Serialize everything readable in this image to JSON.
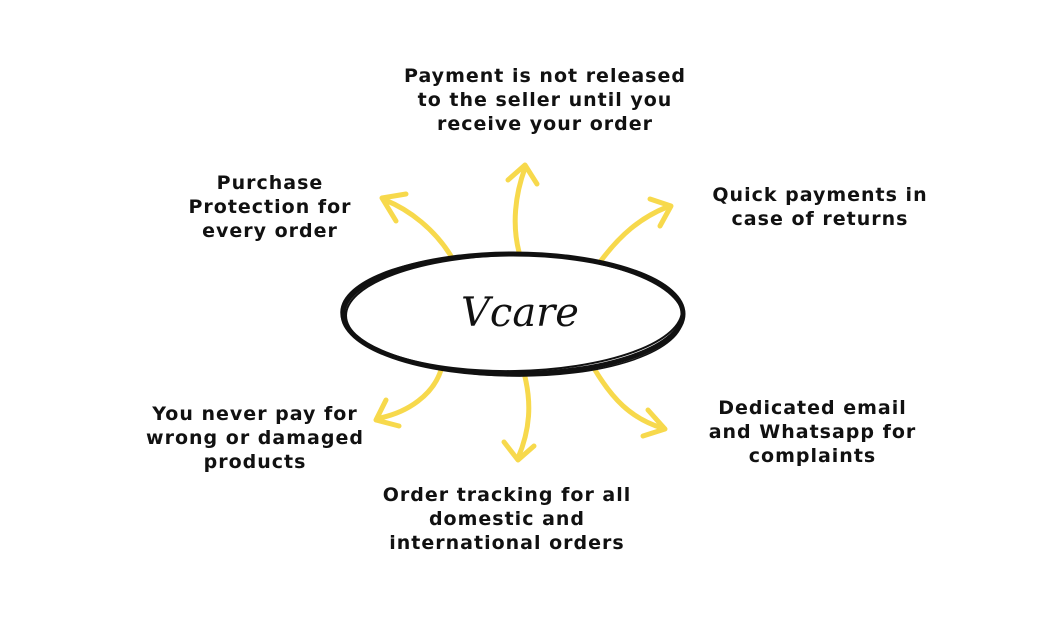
{
  "diagram": {
    "center_label": "Vcare",
    "nodes": [
      {
        "id": "payment-release",
        "lines": [
          "Payment is not released",
          "to the seller until you",
          "receive your order"
        ]
      },
      {
        "id": "purchase-protection",
        "lines": [
          "Purchase",
          "Protection for",
          "every order"
        ]
      },
      {
        "id": "quick-payments",
        "lines": [
          "Quick payments in",
          "case of returns"
        ]
      },
      {
        "id": "never-pay",
        "lines": [
          "You never pay for",
          "wrong or damaged",
          "products"
        ]
      },
      {
        "id": "order-tracking",
        "lines": [
          "Order tracking for all",
          "domestic and",
          "international orders"
        ]
      },
      {
        "id": "dedicated-email",
        "lines": [
          "Dedicated email",
          "and Whatsapp for",
          "complaints"
        ]
      }
    ],
    "colors": {
      "arrow": "#F7D94C",
      "ellipse_stroke": "#111111",
      "text": "#111111"
    }
  }
}
